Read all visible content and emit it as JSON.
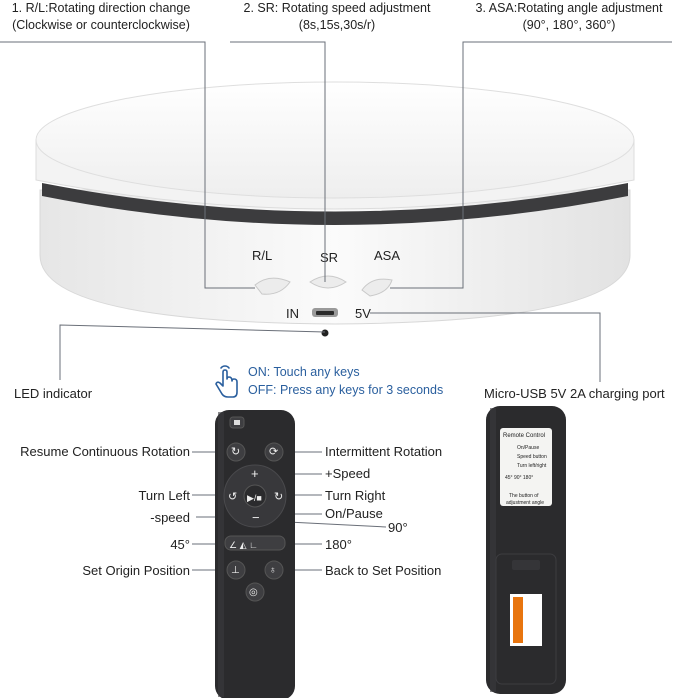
{
  "header": {
    "col1": {
      "line1": "1. R/L:Rotating direction change",
      "line2": "(Clockwise or counterclockwise)"
    },
    "col2": {
      "line1": "2. SR: Rotating speed adjustment",
      "line2": "(8s,15s,30s/r)"
    },
    "col3": {
      "line1": "3. ASA:Rotating angle adjustment",
      "line2": "(90°, 180°, 360°)"
    }
  },
  "turntable": {
    "btn_rl": "R/L",
    "btn_sr": "SR",
    "btn_asa": "ASA",
    "port_in": "IN",
    "port_5v": "5V"
  },
  "side_labels": {
    "led": "LED indicator",
    "usb": "Micro-USB 5V 2A charging port"
  },
  "power": {
    "on": "ON: Touch any keys",
    "off": "OFF: Press any keys for 3 seconds"
  },
  "remote_labels": {
    "resume": "Resume Continuous Rotation",
    "intermittent": "Intermittent Rotation",
    "speed_up": "+Speed",
    "turn_left": "Turn Left",
    "turn_right": "Turn Right",
    "speed_down": "-speed",
    "on_pause": "On/Pause",
    "deg90": "90°",
    "deg45": "45°",
    "deg180": "180°",
    "set_origin": "Set Origin Position",
    "back_to_set": "Back to Set Position"
  },
  "back_sticker": {
    "title": "Remote Control",
    "row1": "On/Pause",
    "row2": "Speed button",
    "row3": "Turn left/right",
    "angles": "45°  90°  180°",
    "note1": "The button of",
    "note2": "adjustment angle"
  },
  "colors": {
    "line": "#6a6f78",
    "remote": "#2b2b2d",
    "remote_btn": "#3a3a3c",
    "turntable_body": "#f2f2f2"
  }
}
